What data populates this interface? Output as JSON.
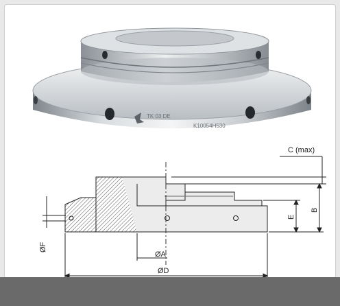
{
  "photo": {
    "engraving_line1": "TK 03 DE",
    "engraving_line2": "K10054H530",
    "logo": "manufacturer-logo-mark"
  },
  "drawing": {
    "labels": {
      "c_max": "C (max)",
      "b": "B",
      "e": "E",
      "dia_f": "ØF",
      "dia_a": "ØA",
      "dia_d": "ØD"
    }
  },
  "colors": {
    "footer": "#6a6a6a",
    "metal_light": "#e6e8ea",
    "metal_dark": "#8e9399",
    "section_fill": "#d8d8d8"
  }
}
